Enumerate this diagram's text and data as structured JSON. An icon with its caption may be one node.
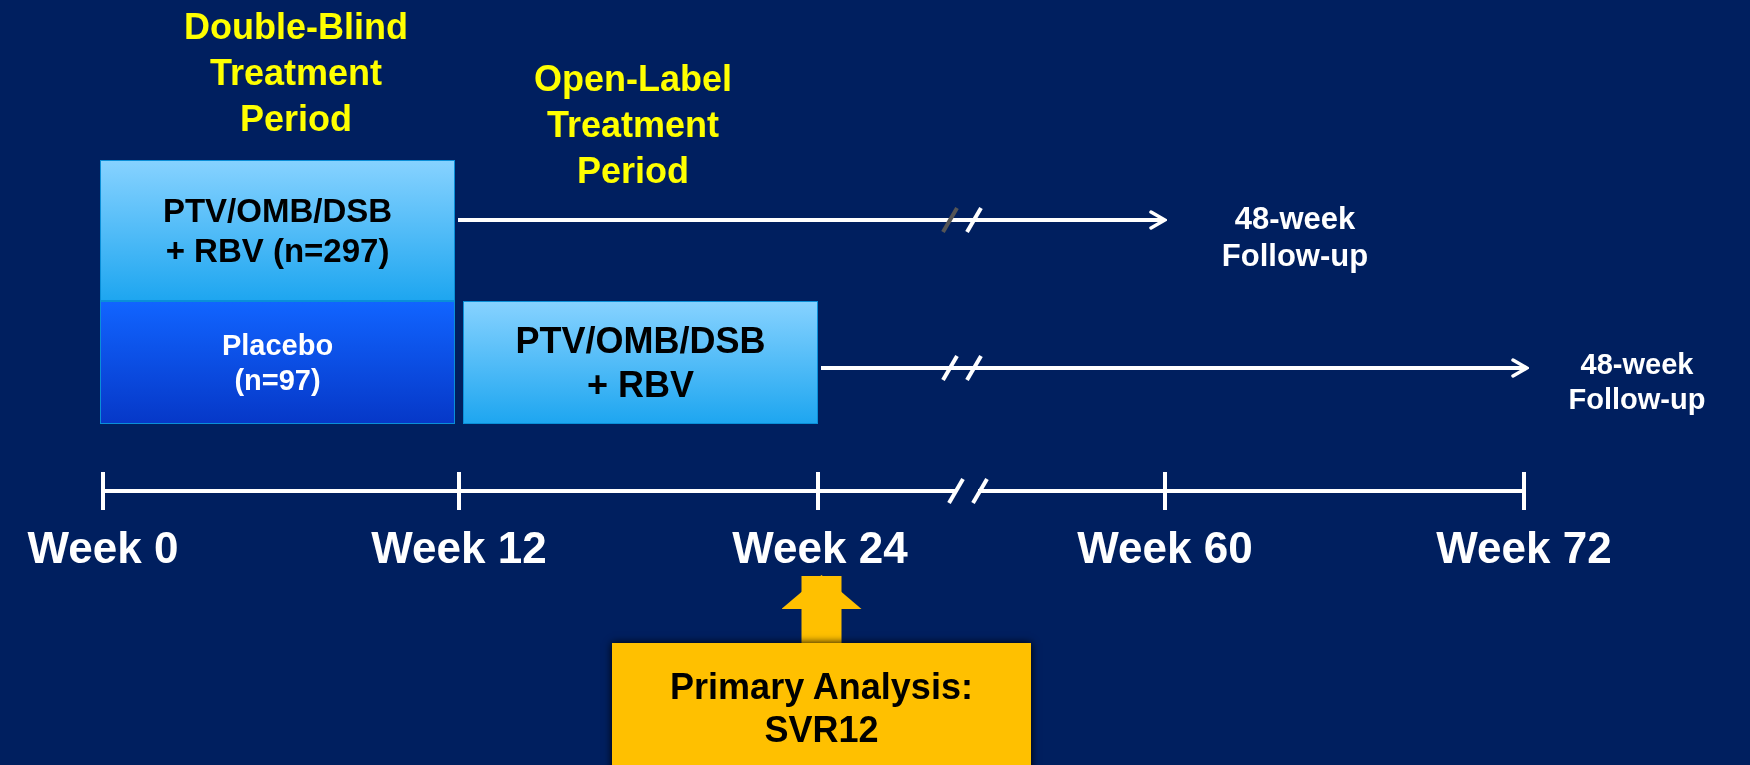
{
  "diagram": {
    "nodes": [
      {
        "text": [
          "PTV/OMB/DSB + RBV (n=297)"
        ]
      },
      {
        "text": [
          "Placebo (n=97)"
        ]
      },
      {
        "text": [
          "PTV/OMB/DSB + RBV"
        ]
      },
      {
        "text": [
          "48-week Follow-up"
        ]
      },
      {
        "text": [
          "48-week Follow-up"
        ]
      },
      {
        "text": [
          "Week 24"
        ]
      },
      {
        "text": [
          "Primary Analysis: SVR12"
        ]
      }
    ],
    "edges": [
      {
        "from": 0,
        "to": 3,
        "arrow": "to"
      },
      {
        "from": 2,
        "to": 4,
        "arrow": "to"
      },
      {
        "from": 6,
        "to": 5,
        "arrow": "to",
        "style": "thick",
        "color": "#ffc000"
      }
    ],
    "labels": [
      "Double-Blind Treatment Period",
      "Open-Label Treatment Period",
      "Week 0",
      "Week 12",
      "Week 60",
      "Week 72"
    ]
  }
}
